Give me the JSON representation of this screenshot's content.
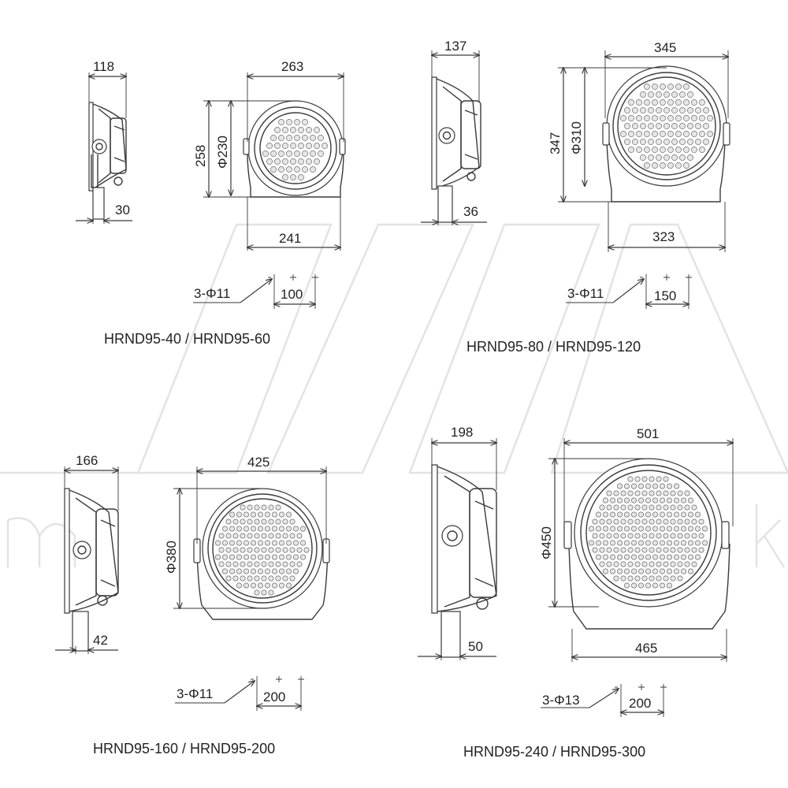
{
  "groups": [
    {
      "model": "HRND95-40 / HRND95-60",
      "side_depth": "118",
      "side_bracket": "30",
      "front_width": "263",
      "front_height": "258",
      "front_dia": "Φ230",
      "base_width": "241",
      "holes": "3-Φ11",
      "hole_spacing": "100"
    },
    {
      "model": "HRND95-80 / HRND95-120",
      "side_depth": "137",
      "side_bracket": "36",
      "front_width": "345",
      "front_height": "347",
      "front_dia": "Φ310",
      "base_width": "323",
      "holes": "3-Φ11",
      "hole_spacing": "150"
    },
    {
      "model": "HRND95-160 / HRND95-200",
      "side_depth": "166",
      "side_bracket": "42",
      "front_width": "425",
      "front_dia": "Φ380",
      "holes": "3-Φ11",
      "hole_spacing": "200"
    },
    {
      "model": "HRND95-240 / HRND95-300",
      "side_depth": "198",
      "side_bracket": "50",
      "front_width": "501",
      "front_dia": "Φ450",
      "base_width": "465",
      "holes": "3-Φ13",
      "hole_spacing": "200"
    }
  ]
}
